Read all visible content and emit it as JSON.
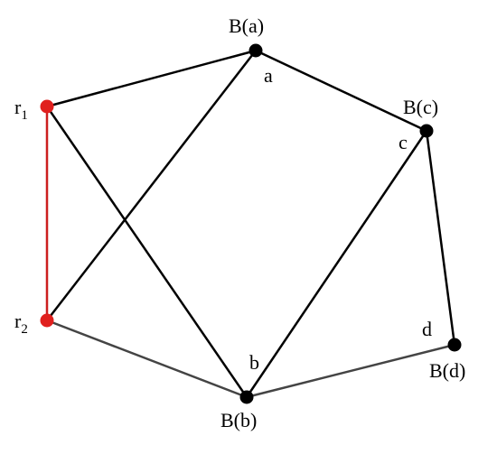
{
  "colors": {
    "black_edge": "#000000",
    "gray_edge": "#444444",
    "red": "#e0201e",
    "red_edge": "#cc1f1f",
    "node_black": "#000000"
  },
  "nodes": {
    "r1": {
      "label": "r",
      "sub": "1"
    },
    "r2": {
      "label": "r",
      "sub": "2"
    },
    "a": {
      "name": "a",
      "label": "B(a)"
    },
    "b": {
      "name": "b",
      "label": "B(b)"
    },
    "c": {
      "name": "c",
      "label": "B(c)"
    },
    "d": {
      "name": "d",
      "label": "B(d)"
    }
  },
  "edges": [
    {
      "from": "r1",
      "to": "r2",
      "color": "red"
    },
    {
      "from": "r1",
      "to": "a",
      "color": "black"
    },
    {
      "from": "r1",
      "to": "b",
      "color": "black"
    },
    {
      "from": "r2",
      "to": "a",
      "color": "black"
    },
    {
      "from": "r2",
      "to": "b",
      "color": "gray"
    },
    {
      "from": "a",
      "to": "c",
      "color": "black"
    },
    {
      "from": "b",
      "to": "c",
      "color": "black"
    },
    {
      "from": "c",
      "to": "d",
      "color": "black"
    },
    {
      "from": "b",
      "to": "d",
      "color": "gray"
    }
  ]
}
